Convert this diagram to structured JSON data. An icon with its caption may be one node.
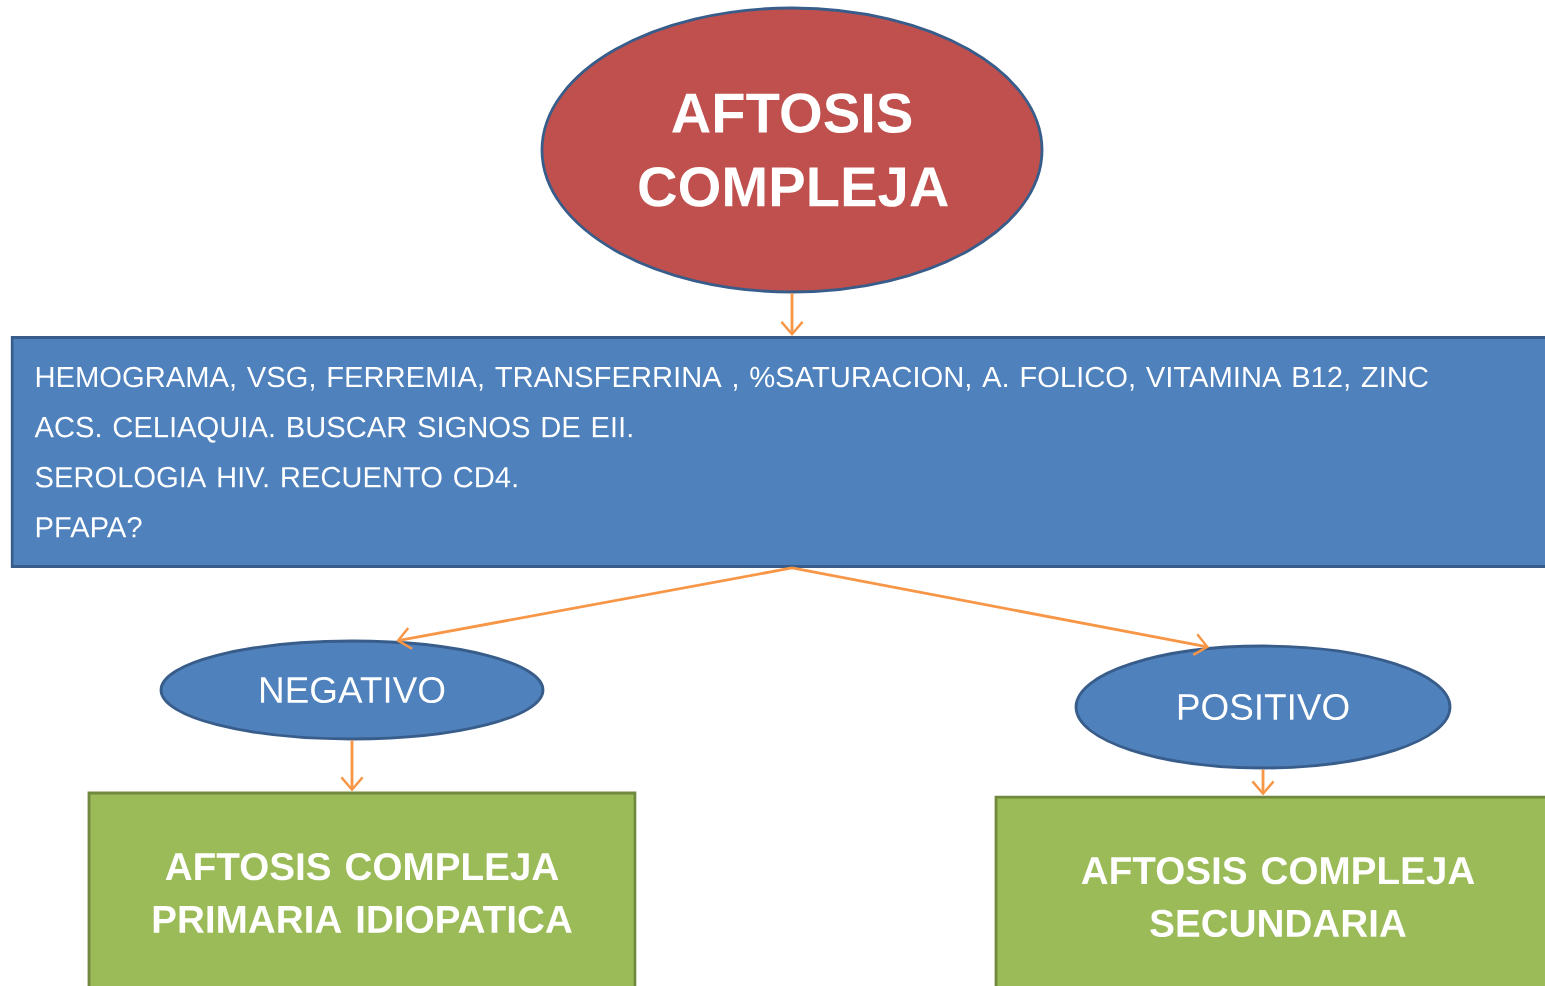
{
  "diagram": {
    "nodes": [
      {
        "text": [
          "AFTOSIS COMPLEJA"
        ]
      },
      {
        "text": [
          "HEMOGRAMA, VSG, FERREMIA, TRANSFERRINA , %SATURACION, A. FOLICO, VITAMINA B12, ZINC",
          "ACS. CELIAQUIA. BUSCAR SIGNOS DE EII.",
          "SEROLOGIA HIV.  RECUENTO CD4.",
          "PFAPA?"
        ]
      },
      {
        "text": [
          "NEGATIVO"
        ]
      },
      {
        "text": [
          "POSITIVO"
        ]
      },
      {
        "text": [
          "AFTOSIS COMPLEJA PRIMARIA IDIOPATICA"
        ]
      },
      {
        "text": [
          "AFTOSIS COMPLEJA SECUNDARIA"
        ]
      }
    ],
    "edges": [
      {
        "from": 0,
        "to": 1,
        "arrow": "to"
      },
      {
        "from": 1,
        "to": 2,
        "arrow": "to"
      },
      {
        "from": 1,
        "to": 3,
        "arrow": "to"
      },
      {
        "from": 2,
        "to": 4,
        "arrow": "to"
      },
      {
        "from": 3,
        "to": 5,
        "arrow": "to"
      }
    ]
  }
}
